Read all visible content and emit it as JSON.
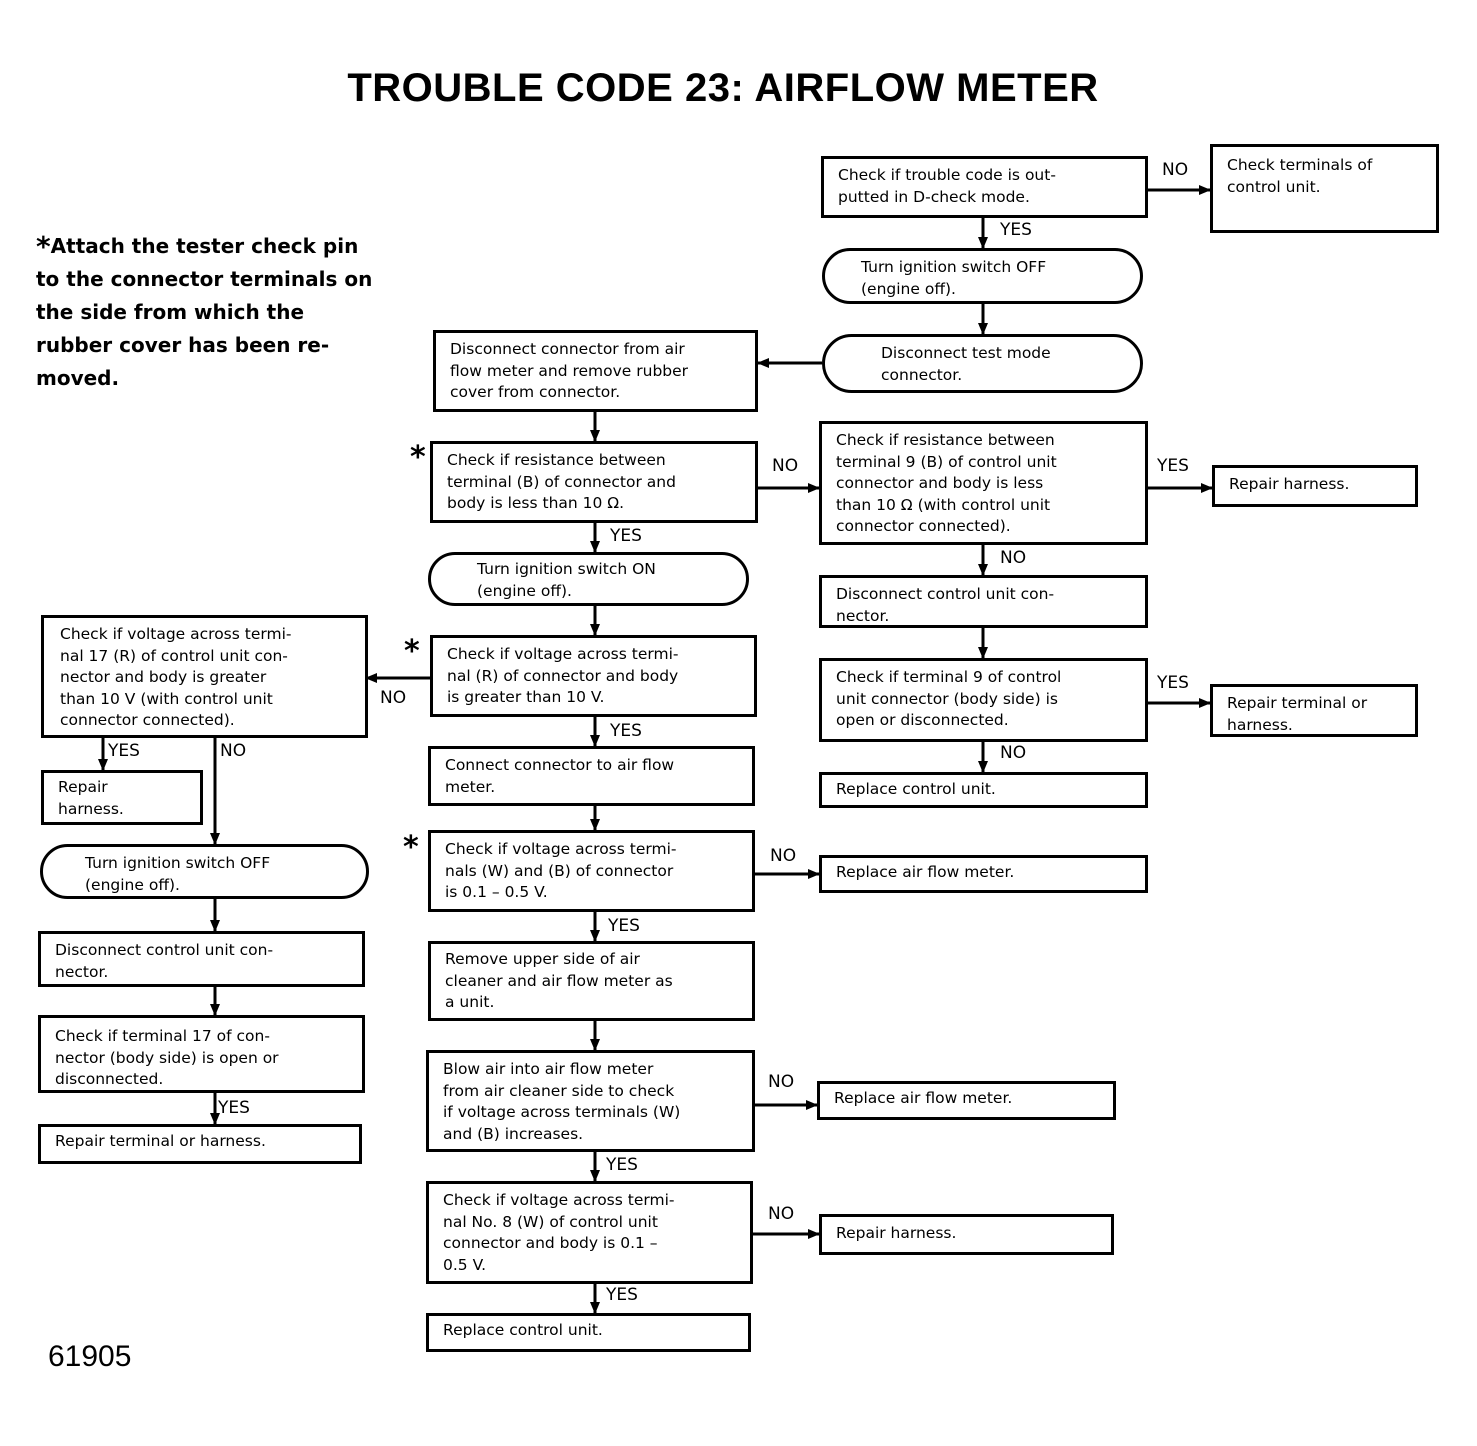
{
  "title": "TROUBLE CODE 23: AIRFLOW METER",
  "note": "Attach the tester check pin to the connector terminals on the side from which the rubber cover has been re-moved.",
  "note_marker": "*",
  "figure_number": "61905",
  "boxes": {
    "check_dcheck": "Check if trouble code is out-\nputted in D-check mode.",
    "check_terminals": "Check terminals of\ncontrol unit.",
    "turn_off_1": "Turn ignition switch OFF\n(engine off).",
    "disconnect_test": "Disconnect test mode\nconnector.",
    "disconnect_afm": "Disconnect connector from air\nflow meter and remove rubber\ncover from connector.",
    "check_res_b": "Check if resistance between\nterminal (B) of connector and\nbody is less than 10 Ω.",
    "check_res_9": "Check if resistance between\nterminal 9 (B) of control unit\nconnector and body is less\nthan 10 Ω (with control unit\nconnector connected).",
    "repair_harness_1": "Repair harness.",
    "disconnect_cu_1": "Disconnect control unit con-\nnector.",
    "check_term9": "Check if terminal 9 of control\nunit connector (body side) is\nopen or disconnected.",
    "repair_term_1": "Repair terminal or\nharness.",
    "replace_cu_1": "Replace control unit.",
    "turn_on": "Turn ignition switch ON\n(engine off).",
    "check_volt_r": "Check if voltage across termi-\nnal (R) of connector and body\nis greater than 10 V.",
    "check_volt_17": "Check if voltage across termi-\nnal 17 (R) of control unit con-\nnector and body is greater\nthan 10 V (with control unit\nconnector connected).",
    "repair_harness_2": "Repair\nharness.",
    "turn_off_2": "Turn ignition switch OFF\n(engine off).",
    "disconnect_cu_2": "Disconnect control unit con-\nnector.",
    "check_term17": "Check if terminal 17 of con-\nnector (body side) is open or\ndisconnected.",
    "repair_term_2": "Repair terminal or harness.",
    "connect_afm": "Connect connector to air flow\nmeter.",
    "check_volt_wb": "Check if voltage across termi-\nnals (W) and (B) of connector\nis 0.1 – 0.5 V.",
    "replace_afm_1": "Replace air flow meter.",
    "remove_upper": "Remove upper side of air\ncleaner and air flow meter as\na unit.",
    "blow_air": "Blow air into air flow meter\nfrom air cleaner side to check\nif voltage across terminals (W)\nand (B) increases.",
    "replace_afm_2": "Replace air flow meter.",
    "check_volt_8": "Check if voltage across termi-\nnal No. 8 (W) of control unit\nconnector and body is 0.1 –\n0.5 V.",
    "repair_harness_3": "Repair harness.",
    "replace_cu_2": "Replace control unit."
  },
  "labels": {
    "yes": "YES",
    "no": "NO"
  },
  "star": "*"
}
